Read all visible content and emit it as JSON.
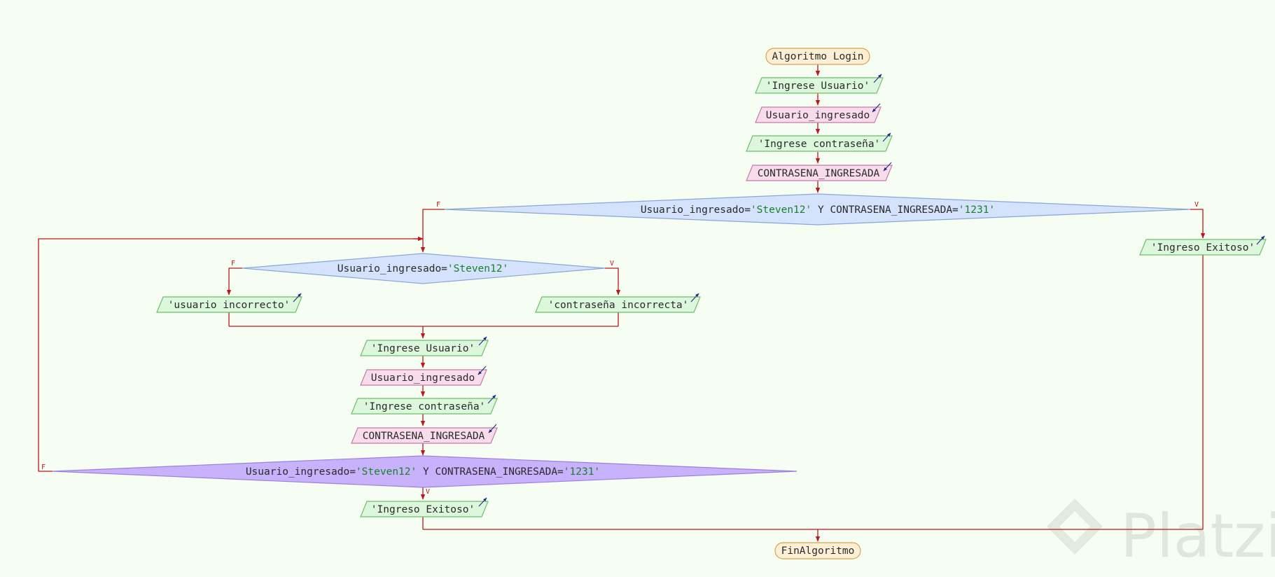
{
  "diagram": {
    "start_label": "Algoritmo Login",
    "end_label": "FinAlgoritmo",
    "main": {
      "out_ingrese_usuario": "'Ingrese Usuario'",
      "in_usuario": "Usuario_ingresado",
      "out_ingrese_contrasena": "'Ingrese contraseña'",
      "in_contrasena": "CONTRASENA_INGRESADA",
      "decision": {
        "prefix": "Usuario_ingresado=",
        "user_literal": "'Steven12'",
        "middle": " Y CONTRASENA_INGRESADA=",
        "pass_literal": "'1231'"
      },
      "false_label": "F",
      "true_label": "V",
      "out_ingreso_exitoso": "'Ingreso Exitoso'"
    },
    "loop": {
      "check_user": {
        "prefix": "Usuario_ingresado=",
        "user_literal": "'Steven12'"
      },
      "false_label": "F",
      "true_label": "V",
      "out_usuario_incorrecto": "'usuario incorrecto'",
      "out_contrasena_incorrecta": "'contraseña incorrecta'",
      "out_ingrese_usuario": "'Ingrese Usuario'",
      "in_usuario": "Usuario_ingresado",
      "out_ingrese_contrasena": "'Ingrese contraseña'",
      "in_contrasena": "CONTRASENA_INGRESADA",
      "condition": {
        "prefix": "Usuario_ingresado=",
        "user_literal": "'Steven12'",
        "middle": " Y CONTRASENA_INGRESADA=",
        "pass_literal": "'1231'"
      },
      "cond_false_label": "F",
      "cond_true_label": "V",
      "out_ingreso_exitoso": "'Ingreso Exitoso'"
    },
    "watermark": "Platzi"
  },
  "colors": {
    "background": "#f6fdf3",
    "flow_line": "#c0161a",
    "terminal_fill": "#fdefd5",
    "terminal_stroke": "#d9a24a",
    "output_fill": "#ddf7dd",
    "output_stroke": "#6cbf6c",
    "input_fill": "#f9dcec",
    "input_stroke": "#c77aa6",
    "decision_fill": "#d4e3fb",
    "decision_stroke": "#8aa6d6",
    "loop_fill": "#c7b2fb",
    "loop_stroke": "#9a7fe0",
    "string_literal": "#1a7f2b",
    "io_icon": "#1f2a8c"
  },
  "icons": {
    "output": "output-arrow-icon",
    "input": "input-arrow-icon"
  }
}
